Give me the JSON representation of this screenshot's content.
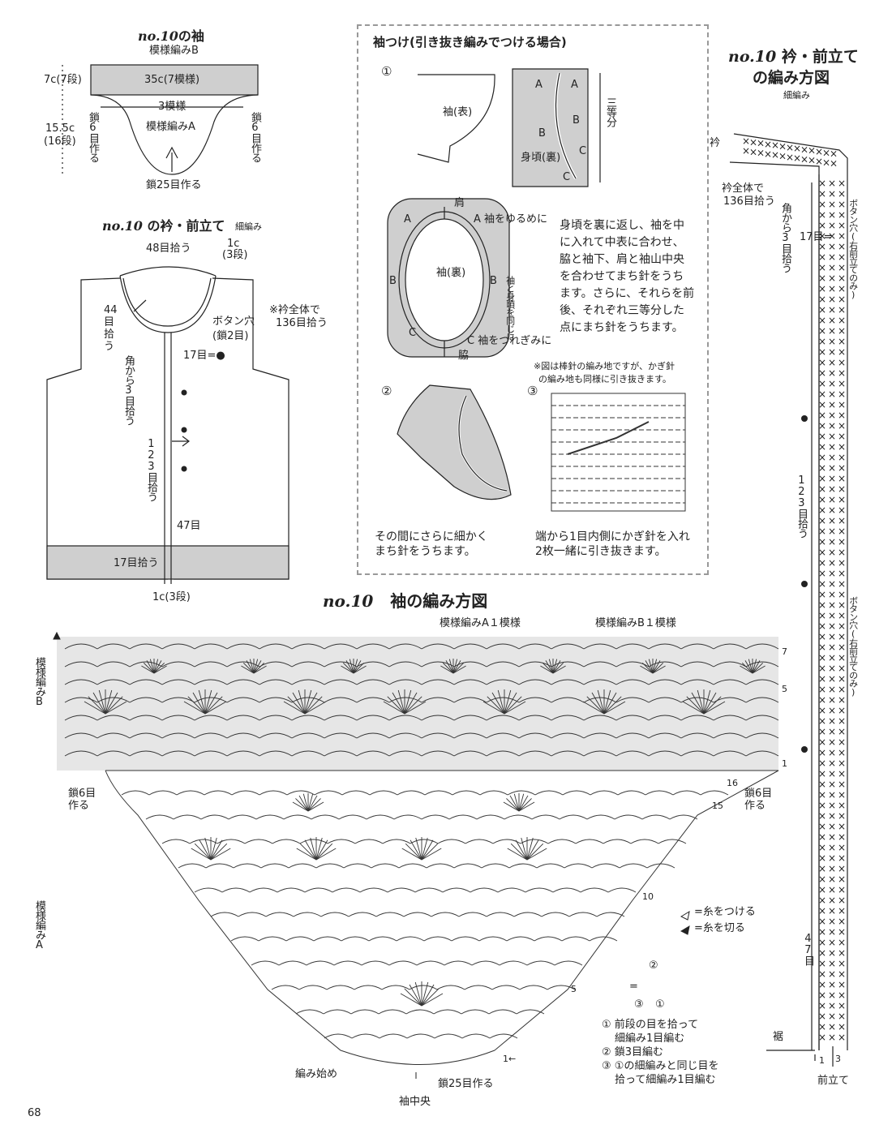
{
  "sleeve_small": {
    "title_no": "no.10",
    "title_text": "の袖",
    "pattern_b": "模様編みB",
    "height_7c": "7c(7段)",
    "width_35c": "35c(7模様)",
    "three_patterns": "3模様",
    "pattern_a": "模様編みA",
    "height_15c": "15.5c",
    "height_16": "(16段)",
    "chain6_left": "鎖6目作る",
    "chain6_right": "鎖6目作る",
    "chain25": "鎖25目作る"
  },
  "collar_small": {
    "title_no": "no.10",
    "title_text": "の衿・前立て",
    "stitch": "細編み",
    "pick48": "48目拾う",
    "c1_top": "1c",
    "row3_top": "(3段)",
    "pick44": "44目拾う",
    "buttonhole": "ボタン穴",
    "buttonhole_sub": "(鎖2目)",
    "note_total": "※衿全体で",
    "note_136": "136目拾う",
    "row17": "17目=●",
    "corner3": "角から3目拾う",
    "pick123": "123目拾う",
    "row47": "47目",
    "pick17": "17目拾う",
    "bottom": "1c(3段)"
  },
  "sleeve_attach": {
    "title": "袖つけ(引き抜き編みでつける場合)",
    "step1": "①",
    "step2": "②",
    "step3": "③",
    "sleeve_front": "袖(表)",
    "body_back": "身頃(裏)",
    "label_a": "A",
    "label_b": "B",
    "label_c": "C",
    "three_parts": "三等分",
    "shoulder": "肩",
    "ease": "袖をゆるめに",
    "sleeve_back": "袖(裏)",
    "same_as_body": "袖と身頃を同じに",
    "gather": "袖をつれぎみに",
    "side": "脇",
    "desc1": "身頃を裏に返し、袖を中",
    "desc2": "に入れて中表に合わせ、",
    "desc3": "脇と袖下、肩と袖山中央",
    "desc4": "を合わせてまち針をうち",
    "desc5": "ます。さらに、それらを前",
    "desc6": "後、それぞれ三等分した",
    "desc7": "点にまち針をうちます。",
    "note1": "※図は棒針の編み地ですが、かぎ針",
    "note2": "の編み地も同様に引き抜きます。",
    "step2_desc1": "その間にさらに細かく",
    "step2_desc2": "まち針をうちます。",
    "step3_desc1": "端から1目内側にかぎ針を入れ",
    "step3_desc2": "2枚一緒に引き抜きます。"
  },
  "collar_big": {
    "title_no": "no.10",
    "title_text1": "衿・前立て",
    "title_text2": "の編み方図",
    "stitch": "細編み",
    "collar": "衿",
    "pick136a": "衿全体で",
    "pick136b": "136目拾う",
    "corner3": "角から3目拾う",
    "row17": "17目=",
    "buttonhole_right1": "ボタン穴(右前立てのみ)",
    "buttonhole_right2": "ボタン穴(右前立てのみ)",
    "pick123": "123目拾う",
    "row47": "47目",
    "hem": "裾",
    "placket": "前立て",
    "row_1": "1",
    "row_3": "3"
  },
  "sleeve_big": {
    "title_no": "no.10",
    "title_text": "袖の編み方図",
    "pattern_a1": "模様編みA１模様",
    "pattern_b1": "模様編みB１模様",
    "pattern_b": "模様編みB",
    "pattern_a": "模様編みA",
    "chain6_left": "鎖6目作る",
    "chain6_right": "鎖6目作る",
    "start": "編み始め",
    "chain25": "鎖25目作る",
    "center": "袖中央",
    "row1": "1",
    "row5": "5",
    "row7": "7",
    "row10": "10",
    "row15": "15",
    "row16": "16",
    "row5b": "5",
    "row1b": "1←",
    "yarn_attach": "=糸をつける",
    "yarn_cut": "=糸を切る",
    "legend_eq": "=",
    "legend_1": "① 前段の目を拾って",
    "legend_1b": "細編み1目編む",
    "legend_2": "② 鎖3目編む",
    "legend_3": "③ ①の細編みと同じ目を",
    "legend_3b": "拾って細編み1目編む",
    "c1": "①",
    "c2": "②",
    "c3": "③"
  },
  "page_number": "68",
  "colors": {
    "gray_fill": "#cfcfcf",
    "line": "#222222"
  }
}
